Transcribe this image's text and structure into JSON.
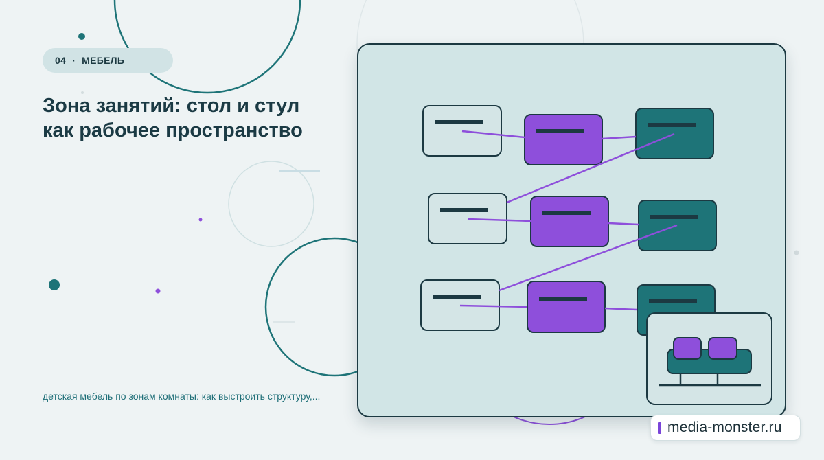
{
  "header": {
    "section_number": "04",
    "separator": "·",
    "section_label": "МЕБЕЛЬ"
  },
  "title": "Зона занятий: стол и стул как рабочее пространство",
  "subtitle": "детская мебель по зонам комнаты: как выстроить структуру,...",
  "brand": {
    "text": "media-monster.ru"
  },
  "colors": {
    "background": "#eef3f4",
    "panel": "#d1e5e6",
    "outline": "#1c3942",
    "light_box": "#d4e5e6",
    "purple": "#8e4fdb",
    "teal": "#1e7478",
    "title": "#1b3a44",
    "subtitle": "#1f6f78",
    "brand_accent": "#7a45d9"
  },
  "illustration": {
    "rows": 3,
    "columns": [
      "light",
      "purple",
      "teal"
    ],
    "inset_icon": "sofa-icon"
  }
}
